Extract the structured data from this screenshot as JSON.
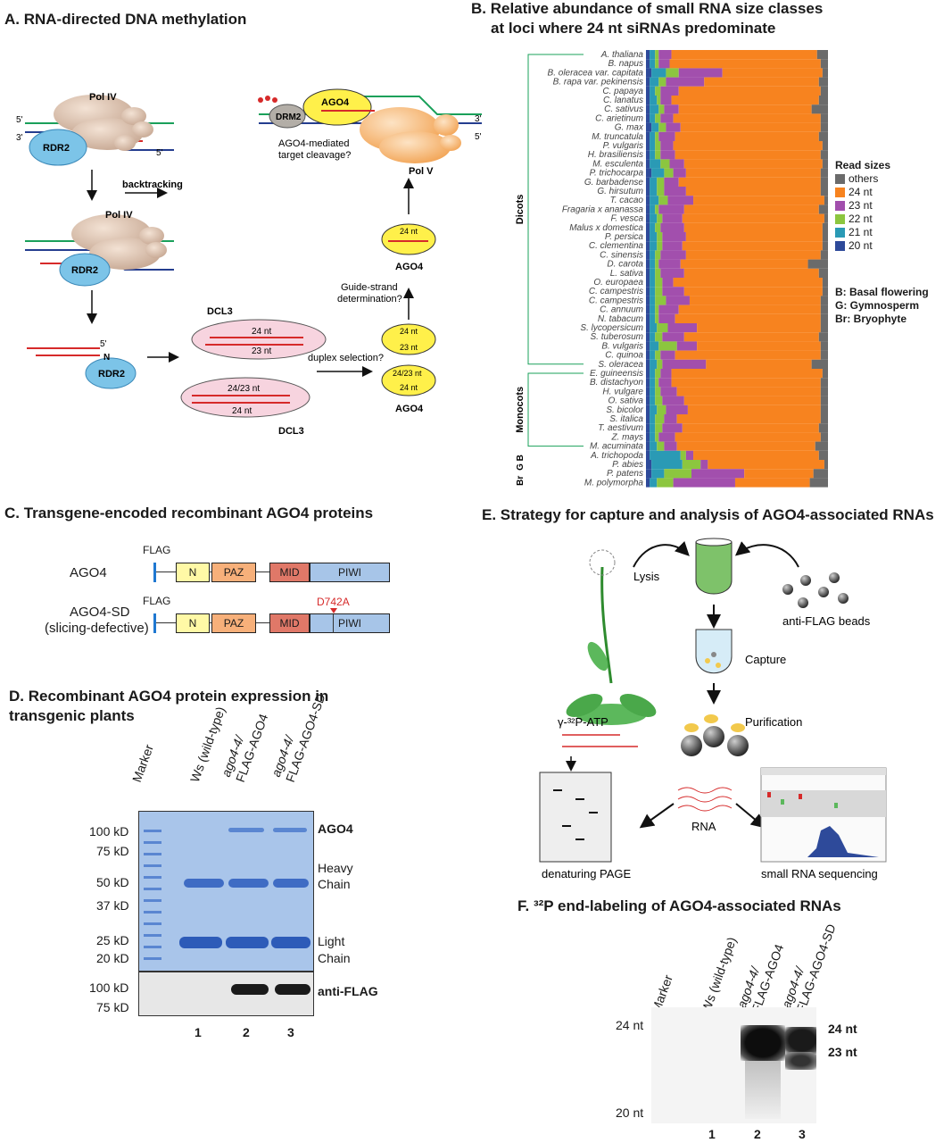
{
  "panel_a": {
    "title": "A. RNA-directed DNA methylation",
    "pol4": "Pol IV",
    "pol4b": "Pol IV",
    "pol5": "Pol V",
    "rdr2": "RDR2",
    "rdr2b": "RDR2",
    "rdr2c": "RDR2",
    "backtracking": "backtracking",
    "dcl3": "DCL3",
    "dcl3b": "DCL3",
    "nt24": "24 nt",
    "nt23": "23 nt",
    "nt2423": "24/23 nt",
    "nt24b": "24 nt",
    "duplex": "duplex selection?",
    "guide": "Guide-strand determination?",
    "ago4": "AGO4",
    "ago4b": "AGO4",
    "ago4c": "AGO4",
    "drm2": "DRM2",
    "cleavage": "AGO4-mediated target cleavage?",
    "n": "N",
    "p5": "5'",
    "p3": "3'"
  },
  "panel_b": {
    "title_line1": "B. Relative abundance of small RNA size classes",
    "title_line2": "at loci where 24 nt siRNAs predominate",
    "group_labels": [
      "Dicots",
      "Monocots",
      "B",
      "G",
      "Br"
    ],
    "legend_title": "Read sizes",
    "notes": [
      "B: Basal flowering",
      "G: Gymnosperm",
      "Br: Bryophyte"
    ]
  },
  "chart_data": {
    "type": "bar",
    "orientation": "horizontal-stacked-100",
    "series_order": [
      "20 nt",
      "21 nt",
      "22 nt",
      "23 nt",
      "24 nt",
      "others"
    ],
    "colors": {
      "20 nt": "#2e4a9a",
      "21 nt": "#2a9ab5",
      "22 nt": "#8cc63f",
      "23 nt": "#a24fad",
      "24 nt": "#f7831f",
      "others": "#6b6b6b"
    },
    "legend": [
      "others",
      "24 nt",
      "23 nt",
      "22 nt",
      "21 nt",
      "20 nt"
    ],
    "xlim": [
      0,
      100
    ],
    "species": [
      {
        "name": "A. thaliana",
        "v": [
          2,
          3,
          2,
          7,
          80,
          6
        ]
      },
      {
        "name": "B. napus",
        "v": [
          2,
          3,
          2,
          6,
          83,
          4
        ]
      },
      {
        "name": "B. oleracea var. capitata",
        "v": [
          3,
          8,
          7,
          24,
          55,
          3
        ]
      },
      {
        "name": "B. rapa var. pekinensis",
        "v": [
          2,
          5,
          4,
          21,
          63,
          5
        ]
      },
      {
        "name": "C. papaya",
        "v": [
          2,
          3,
          3,
          10,
          78,
          4
        ]
      },
      {
        "name": "C. lanatus",
        "v": [
          2,
          4,
          2,
          6,
          81,
          5
        ]
      },
      {
        "name": "C. sativus",
        "v": [
          2,
          5,
          3,
          8,
          73,
          9
        ]
      },
      {
        "name": "C. arietinum",
        "v": [
          2,
          3,
          3,
          7,
          81,
          4
        ]
      },
      {
        "name": "G. max",
        "v": [
          3,
          4,
          4,
          8,
          77,
          4
        ]
      },
      {
        "name": "M. truncatula",
        "v": [
          2,
          3,
          2,
          9,
          79,
          5
        ]
      },
      {
        "name": "P. vulgaris",
        "v": [
          2,
          3,
          3,
          7,
          82,
          3
        ]
      },
      {
        "name": "H. brasiliensis",
        "v": [
          2,
          3,
          3,
          8,
          80,
          4
        ]
      },
      {
        "name": "M. esculenta",
        "v": [
          2,
          6,
          5,
          8,
          76,
          3
        ]
      },
      {
        "name": "P. trichocarpa",
        "v": [
          3,
          7,
          5,
          7,
          74,
          4
        ]
      },
      {
        "name": "G. barbadense",
        "v": [
          2,
          4,
          4,
          8,
          78,
          4
        ]
      },
      {
        "name": "G. hirsutum",
        "v": [
          2,
          4,
          4,
          12,
          74,
          4
        ]
      },
      {
        "name": "T. cacao",
        "v": [
          2,
          5,
          5,
          14,
          72,
          2
        ]
      },
      {
        "name": "Fragaria x ananassa",
        "v": [
          2,
          3,
          2,
          14,
          74,
          5
        ]
      },
      {
        "name": "F. vesca",
        "v": [
          2,
          4,
          3,
          11,
          78,
          2
        ]
      },
      {
        "name": "Malus x domestica",
        "v": [
          2,
          3,
          3,
          13,
          76,
          3
        ]
      },
      {
        "name": "P. persica",
        "v": [
          2,
          4,
          3,
          13,
          75,
          3
        ]
      },
      {
        "name": "C. clementina",
        "v": [
          2,
          4,
          3,
          11,
          77,
          3
        ]
      },
      {
        "name": "C. sinensis",
        "v": [
          2,
          3,
          3,
          14,
          74,
          4
        ]
      },
      {
        "name": "D. carota",
        "v": [
          2,
          3,
          2,
          12,
          70,
          11
        ]
      },
      {
        "name": "L. sativa",
        "v": [
          2,
          3,
          3,
          13,
          74,
          5
        ]
      },
      {
        "name": "O. europaea",
        "v": [
          2,
          3,
          4,
          6,
          82,
          3
        ]
      },
      {
        "name": "C. campestris",
        "v": [
          2,
          3,
          4,
          12,
          76,
          3
        ]
      },
      {
        "name": "C. campestris",
        "v": [
          2,
          3,
          6,
          13,
          72,
          4
        ]
      },
      {
        "name": "C. annuum",
        "v": [
          2,
          3,
          2,
          11,
          78,
          4
        ]
      },
      {
        "name": "N. tabacum",
        "v": [
          2,
          3,
          2,
          9,
          80,
          4
        ]
      },
      {
        "name": "S. lycopersicum",
        "v": [
          2,
          4,
          6,
          16,
          68,
          4
        ]
      },
      {
        "name": "S. tuberosum",
        "v": [
          2,
          3,
          4,
          12,
          74,
          5
        ]
      },
      {
        "name": "B. vulgaris",
        "v": [
          2,
          5,
          10,
          11,
          68,
          4
        ]
      },
      {
        "name": "C. quinoa",
        "v": [
          2,
          3,
          3,
          8,
          80,
          4
        ]
      },
      {
        "name": "S. oleracea",
        "v": [
          2,
          4,
          3,
          24,
          58,
          9
        ]
      },
      {
        "name": "E. guineensis",
        "v": [
          2,
          3,
          3,
          6,
          83,
          3
        ]
      },
      {
        "name": "B. distachyon",
        "v": [
          2,
          3,
          2,
          7,
          82,
          4
        ]
      },
      {
        "name": "H. vulgare",
        "v": [
          2,
          3,
          3,
          9,
          79,
          4
        ]
      },
      {
        "name": "O. sativa",
        "v": [
          2,
          3,
          4,
          12,
          75,
          4
        ]
      },
      {
        "name": "S. bicolor",
        "v": [
          2,
          4,
          5,
          12,
          73,
          4
        ]
      },
      {
        "name": "S. italica",
        "v": [
          2,
          3,
          5,
          7,
          79,
          4
        ]
      },
      {
        "name": "T. aestivum",
        "v": [
          2,
          3,
          4,
          11,
          75,
          5
        ]
      },
      {
        "name": "Z. mays",
        "v": [
          2,
          3,
          2,
          9,
          80,
          4
        ]
      },
      {
        "name": "M. acuminata",
        "v": [
          2,
          4,
          4,
          7,
          76,
          7
        ]
      },
      {
        "name": "A. trichopoda",
        "v": [
          2,
          17,
          3,
          4,
          69,
          5
        ]
      },
      {
        "name": "P. abies",
        "v": [
          3,
          17,
          10,
          4,
          64,
          2
        ]
      },
      {
        "name": "P. patens",
        "v": [
          3,
          7,
          15,
          29,
          38,
          8
        ]
      },
      {
        "name": "M. polymorpha",
        "v": [
          2,
          4,
          9,
          34,
          41,
          10
        ]
      }
    ]
  },
  "panel_c": {
    "title": "C. Transgene-encoded recombinant AGO4 proteins",
    "row1": "AGO4",
    "row2a": "AGO4-SD",
    "row2b": "(slicing-defective)",
    "flag": "FLAG",
    "flag2": "FLAG",
    "domains": [
      "N",
      "PAZ",
      "MID",
      "PIWI"
    ],
    "mutation": "D742A"
  },
  "panel_d": {
    "title_line1": "D. Recombinant AGO4 protein expression in",
    "title_line2": "transgenic plants",
    "lanes": [
      "Marker",
      "Ws (wild-type)",
      "ago4-4/",
      "FLAG-AGO4",
      "ago4-4/",
      "FLAG-AGO4-SD"
    ],
    "markers": [
      "100 kD",
      "75 kD",
      "50 kD",
      "37 kD",
      "25 kD",
      "20 kD"
    ],
    "markers_blot": [
      "100 kD",
      "75 kD"
    ],
    "right_labels": [
      "AGO4",
      "Heavy",
      "Chain",
      "Light",
      "Chain",
      "anti-FLAG"
    ],
    "lane_numbers": [
      "1",
      "2",
      "3"
    ]
  },
  "panel_e": {
    "title": "E. Strategy for capture and analysis of AGO4-associated RNAs",
    "lysis": "Lysis",
    "beads": "anti-FLAG beads",
    "capture": "Capture",
    "purification": "Purification",
    "atp": "γ-³²P-ATP",
    "rna": "RNA",
    "page": "denaturing PAGE",
    "seq": "small RNA sequencing"
  },
  "panel_f": {
    "title": "F. ³²P end-labeling of AGO4-associated RNAs",
    "lanes": [
      "Marker",
      "Ws (wild-type)",
      "ago4-4/",
      "FLAG-AGO4",
      "ago4-4/",
      "FLAG-AGO4-SD"
    ],
    "left": [
      "24 nt",
      "20 nt"
    ],
    "right": [
      "24 nt",
      "23 nt"
    ],
    "lane_numbers": [
      "1",
      "2",
      "3"
    ]
  }
}
